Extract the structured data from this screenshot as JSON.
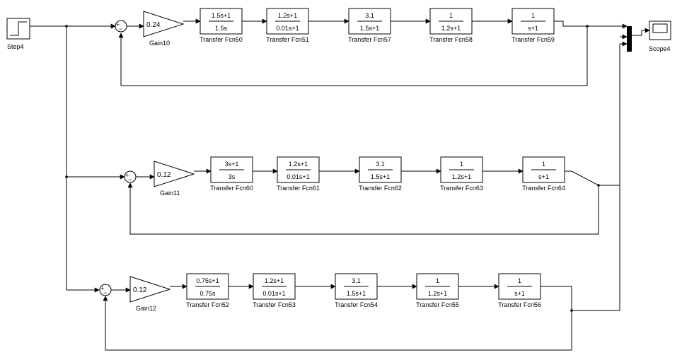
{
  "model": {
    "step": {
      "label": "Step4"
    },
    "scope": {
      "label": "Scope4"
    },
    "loops": [
      {
        "gain": {
          "value": "0.24",
          "label": "Gain10"
        },
        "sum": {
          "signs": [
            "+",
            "−"
          ]
        },
        "tfs": [
          {
            "num": "1.5s+1",
            "den": "1.5s",
            "label": "Transfer Fcn50"
          },
          {
            "num": "1.2s+1",
            "den": "0.01s+1",
            "label": "Transfer Fcn51"
          },
          {
            "num": "3.1",
            "den": "1.5s+1",
            "label": "Transfer Fcn57"
          },
          {
            "num": "1",
            "den": "1.2s+1",
            "label": "Transfer Fcn58"
          },
          {
            "num": "1",
            "den": "s+1",
            "label": "Transfer Fcn59"
          }
        ]
      },
      {
        "gain": {
          "value": "0.12",
          "label": "Gain11"
        },
        "sum": {
          "signs": [
            "+",
            "−"
          ]
        },
        "tfs": [
          {
            "num": "3s+1",
            "den": "3s",
            "label": "Transfer Fcn60"
          },
          {
            "num": "1.2s+1",
            "den": "0.01s+1",
            "label": "Transfer Fcn61"
          },
          {
            "num": "3.1",
            "den": "1.5s+1",
            "label": "Transfer Fcn62"
          },
          {
            "num": "1",
            "den": "1.2s+1",
            "label": "Transfer Fcn63"
          },
          {
            "num": "1",
            "den": "s+1",
            "label": "Transfer Fcn64"
          }
        ]
      },
      {
        "gain": {
          "value": "0.12",
          "label": "Gain12"
        },
        "sum": {
          "signs": [
            "+",
            "−"
          ]
        },
        "tfs": [
          {
            "num": "0.75s+1",
            "den": "0.75s",
            "label": "Transfer Fcn52"
          },
          {
            "num": "1.2s+1",
            "den": "0.01s+1",
            "label": "Transfer Fcn53"
          },
          {
            "num": "3.1",
            "den": "1.5s+1",
            "label": "Transfer Fcn54"
          },
          {
            "num": "1",
            "den": "1.2s+1",
            "label": "Transfer Fcn55"
          },
          {
            "num": "1",
            "den": "s+1",
            "label": "Transfer Fcn56"
          }
        ]
      }
    ]
  }
}
